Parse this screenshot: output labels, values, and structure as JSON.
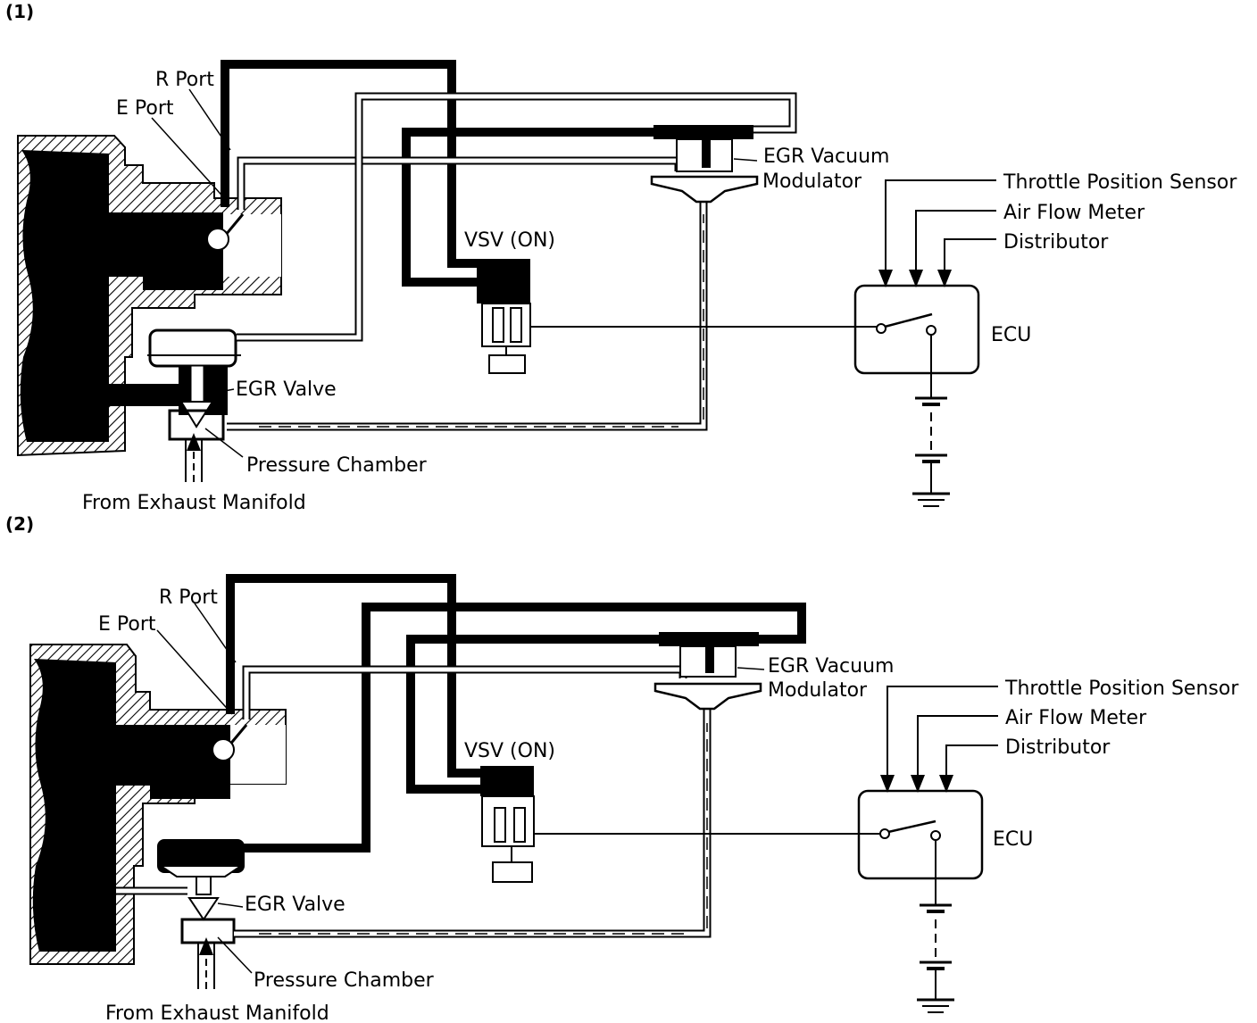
{
  "panels": [
    {
      "number": "(1)",
      "labels": {
        "r_port": "R Port",
        "e_port": "E Port",
        "egr_vacuum": "EGR Vacuum",
        "modulator": "Modulator",
        "throttle": "Throttle Position Sensor",
        "air_flow": "Air Flow Meter",
        "distributor": "Distributor",
        "vsv": "VSV (ON)",
        "ecu": "ECU",
        "egr_valve": "EGR Valve",
        "pressure_chamber": "Pressure Chamber",
        "from_exhaust": "From Exhaust Manifold"
      }
    },
    {
      "number": "(2)",
      "labels": {
        "r_port": "R Port",
        "e_port": "E Port",
        "egr_vacuum": "EGR Vacuum",
        "modulator": "Modulator",
        "throttle": "Throttle Position Sensor",
        "air_flow": "Air Flow Meter",
        "distributor": "Distributor",
        "vsv": "VSV (ON)",
        "ecu": "ECU",
        "egr_valve": "EGR Valve",
        "pressure_chamber": "Pressure Chamber",
        "from_exhaust": "From Exhaust Manifold"
      }
    }
  ]
}
